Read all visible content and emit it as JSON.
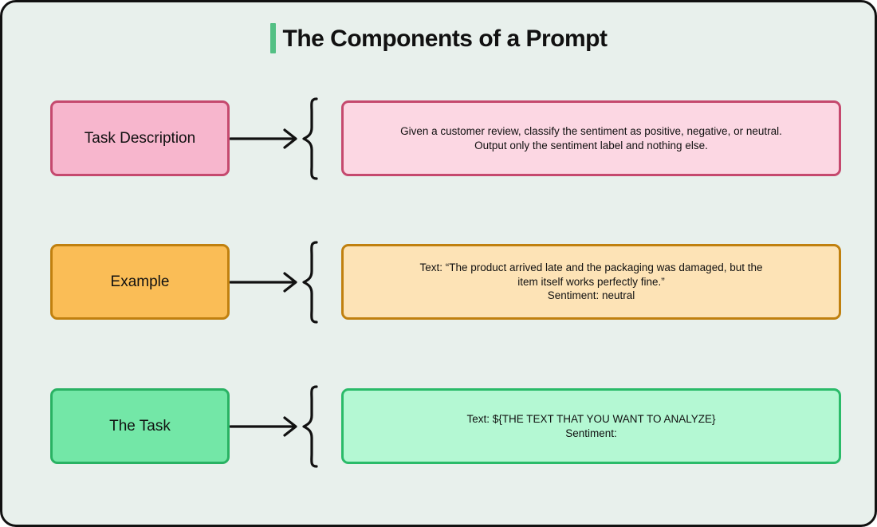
{
  "frame": {
    "background": "#e8f0ec",
    "border_color": "#111111"
  },
  "title": {
    "text": "The Components of a Prompt",
    "accent_bar_color": "#53c084",
    "text_color": "#111111"
  },
  "rows": [
    {
      "label": "Task Description",
      "content": "Given a customer review, classify the sentiment as positive, negative, or neutral.\nOutput only the sentiment label and nothing else.",
      "colors": {
        "label_fill": "#f7b6cd",
        "label_border": "#c5496e",
        "content_fill": "#fcd7e3",
        "content_border": "#c5496e"
      }
    },
    {
      "label": "Example",
      "content": "Text: “The product arrived late and the packaging was damaged, but the\nitem itself works perfectly fine.”\nSentiment: neutral",
      "colors": {
        "label_fill": "#fabd56",
        "label_border": "#c0800f",
        "content_fill": "#fde3b6",
        "content_border": "#c0800f"
      }
    },
    {
      "label": "The Task",
      "content": "Text: ${THE TEXT THAT YOU WANT TO ANALYZE}\nSentiment:",
      "colors": {
        "label_fill": "#73e7a7",
        "label_border": "#29b263",
        "content_fill": "#b4f8d3",
        "content_border": "#2abb69"
      }
    }
  ]
}
